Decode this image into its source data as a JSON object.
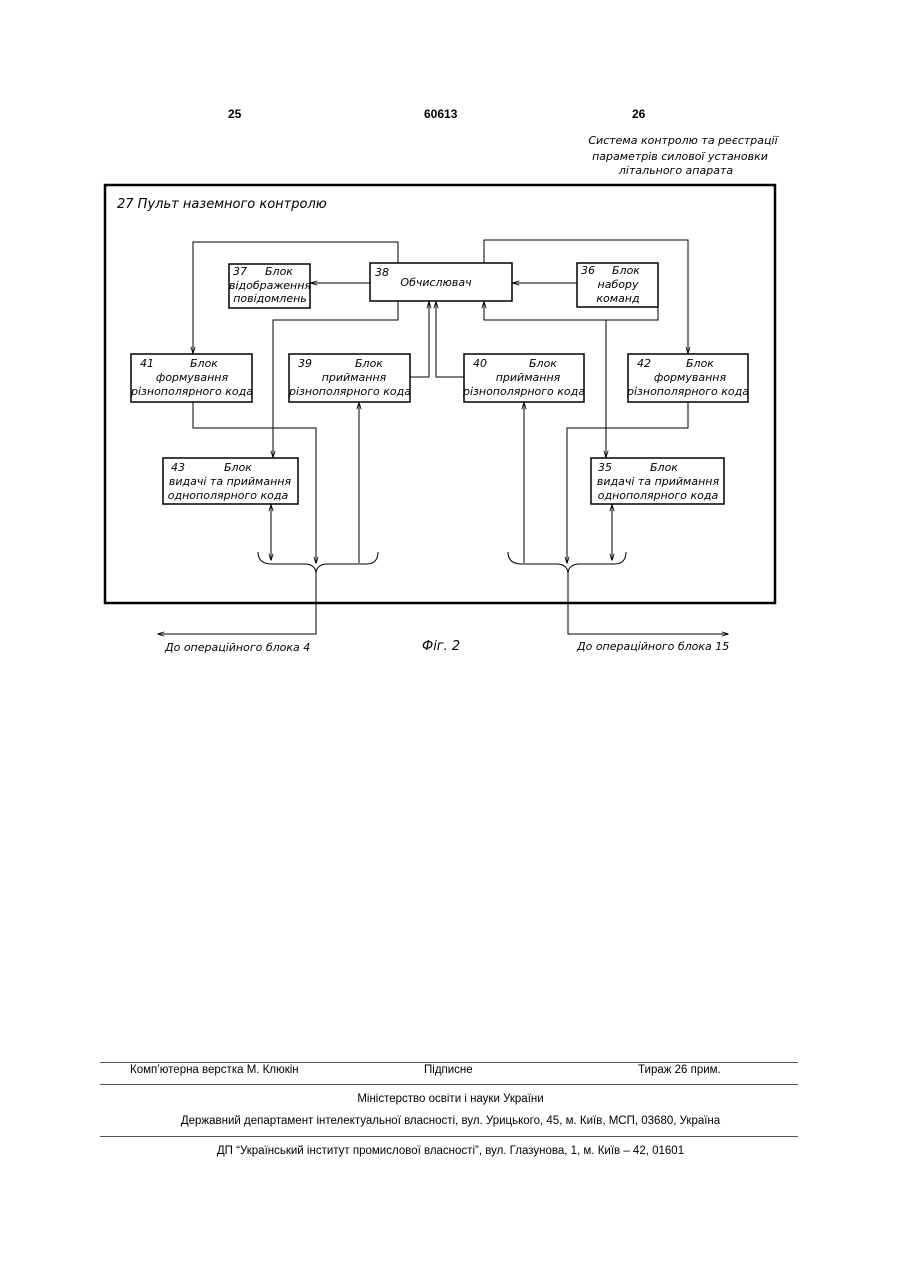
{
  "header": {
    "left_page": "25",
    "patent_number": "60613",
    "right_page": "26"
  },
  "system_title": [
    "Система контролю та реєстрації",
    "параметрів силової установки",
    "літального апарата"
  ],
  "panel_label": "27  Пульт наземного контролю",
  "blocks": {
    "b37": {
      "num": "37",
      "lines": [
        "Блок",
        "відображення",
        "повідомлень"
      ]
    },
    "b38": {
      "num": "38",
      "lines": [
        "Обчислювач"
      ]
    },
    "b36": {
      "num": "36",
      "lines": [
        "Блок",
        "набору",
        "команд"
      ]
    },
    "b41": {
      "num": "41",
      "lines": [
        "Блок",
        "формування",
        "різнополярного кода"
      ]
    },
    "b39": {
      "num": "39",
      "lines": [
        "Блок",
        "приймання",
        "різнополярного кода"
      ]
    },
    "b40": {
      "num": "40",
      "lines": [
        "Блок",
        "приймання",
        "різнополярного кода"
      ]
    },
    "b42": {
      "num": "42",
      "lines": [
        "Блок",
        "формування",
        "різнополярного кода"
      ]
    },
    "b43": {
      "num": "43",
      "lines": [
        "Блок",
        "видачі та приймання",
        "однополярного кода"
      ]
    },
    "b35": {
      "num": "35",
      "lines": [
        "Блок",
        "видачі та приймання",
        "однополярного кода"
      ]
    }
  },
  "outputs": {
    "left": "До операційного блока 4",
    "right": "До операційного блока 15"
  },
  "figure_label": "Фіг. 2",
  "footer": {
    "layout_by": "Комп’ютерна верстка М. Клюкін",
    "signed": "Підписне",
    "circulation": "Тираж 26 прим.",
    "ministry": "Міністерство освіти і науки України",
    "department": "Державний департамент інтелектуальної власності, вул. Урицького, 45, м. Київ, МСП, 03680, Україна",
    "institute": "ДП “Український інститут промислової власності”, вул. Глазунова, 1, м. Київ – 42, 01601"
  }
}
